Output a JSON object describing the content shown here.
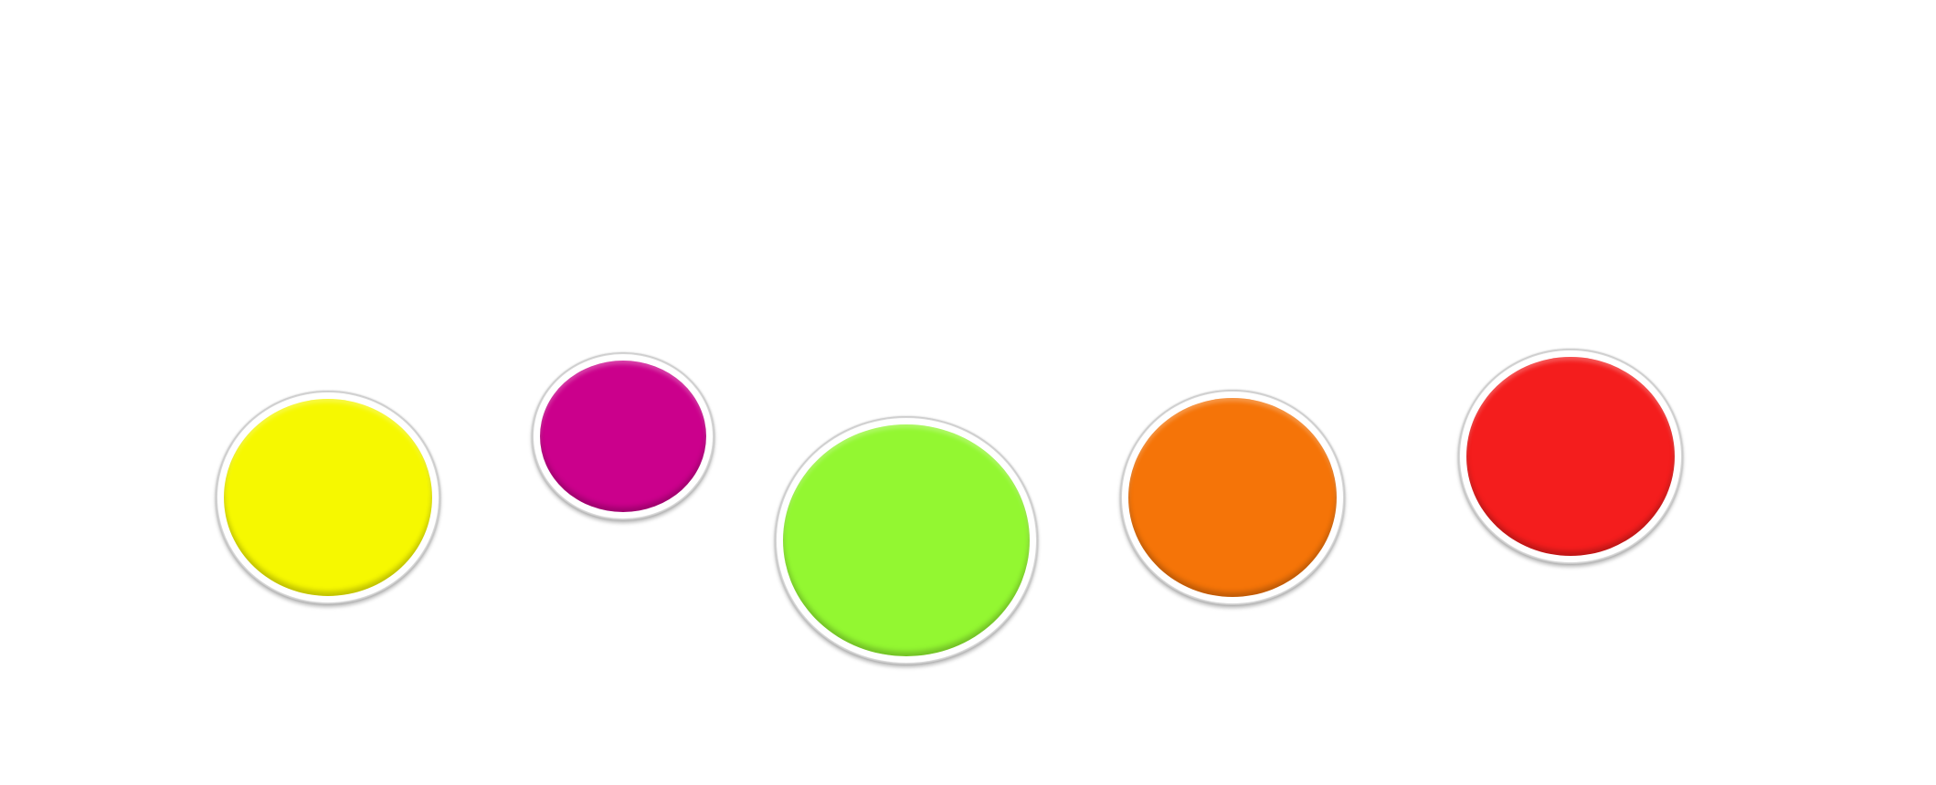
{
  "discs": [
    {
      "name": "yellow",
      "color": "#f6f800"
    },
    {
      "name": "magenta",
      "color": "#cb008c"
    },
    {
      "name": "green",
      "color": "#93f731"
    },
    {
      "name": "orange",
      "color": "#f57408"
    },
    {
      "name": "red",
      "color": "#f41d1d"
    }
  ]
}
